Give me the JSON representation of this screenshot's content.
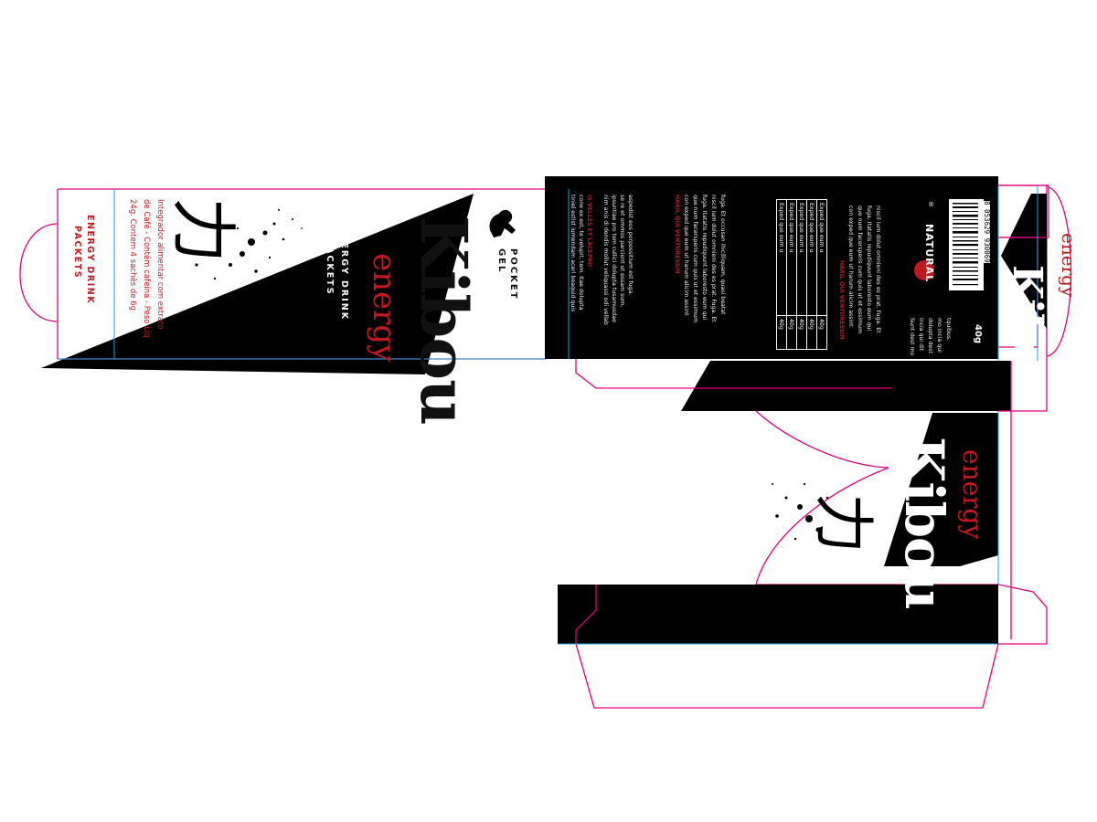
{
  "colors": {
    "cut_line": "#e6007e",
    "fold_line": "#1aa5e0",
    "black": "#000000",
    "brand_red": "#c4171f",
    "white": "#ffffff"
  },
  "front_panel": {
    "brand_big": "Kibou",
    "brand_sub": "energy",
    "tagline_line1": "ENERGY DRINK",
    "tagline_line2": "PACKETS",
    "pocket_line1": "POCKET",
    "pocket_line2": "GEL",
    "icon": "runner-silhouette-icon",
    "kanji": "力"
  },
  "side_panel": {
    "product_line1": "ENERGY DRINK",
    "product_line2": "PACKETS",
    "info_line1": "Integrador alimentar com extrato",
    "info_line2": "de Café - Contém cafeína - Peso Liq",
    "info_line3": "24g. Contem 4 sachês de 6g"
  },
  "back_panel": {
    "heading1": "IS VELLES ET LACEPRO",
    "body1": [
      "cone ex est, te velupit, tem. Itae dolupta",
      "tiniel estist iumendam aceri beaquid quis",
      "nim anis di dendis mollut veliquassi odi vellab",
      "ipsuntiae pro tem cullici dolupta tusamusdae",
      "se re et ommos parciunt ut essam sum,",
      "aspedist eos porpossitium est fuga."
    ],
    "heading2": "HARIL QUI VENTORESSIN",
    "body2": [
      "con exped que eum ut harum alicim assint",
      "que num facersperis cum quis ut et essimum",
      "fuga. Itatatis repudiquunt laboresto eum qui",
      "niscil ium dolut omnieni des es prat. Fuga. Et",
      "fuga. Et occusan ihicilliquam, quasi beatat"
    ],
    "table_rows": [
      {
        "label": "Exped que eum u",
        "value": "40g"
      },
      {
        "label": "Exped que eum u",
        "value": "40g"
      },
      {
        "label": "Exped que eum u",
        "value": "40g"
      },
      {
        "label": "Exped que eum u",
        "value": "40g"
      },
      {
        "label": "Exped que eum u",
        "value": "40g"
      }
    ],
    "heading3": "HARIL QUI VENTORESSIN",
    "body3": [
      "con exped que eum ut harum alicim assint",
      "que num facersperis cum quis ut et essimum",
      "fuga. Itatatis repudiquunt laboresto eum qui",
      "niscil ium dolut omnieni des es prat. Fuga. Et"
    ],
    "natural_label": "NATURAL",
    "natural_mark": "®",
    "small_text": [
      "Sunt dest mo",
      "incia qui dit",
      "dolupta dest",
      "mo incia qui",
      "tquibus."
    ],
    "weight": "40g",
    "barcode_digits": "8 053629 930069"
  },
  "right_flap": {
    "brand_big": "Kibou",
    "brand_sub": "energy"
  },
  "bottom_panel": {
    "brand_big": "Kibou",
    "brand_sub": "energy",
    "kanji": "力"
  }
}
